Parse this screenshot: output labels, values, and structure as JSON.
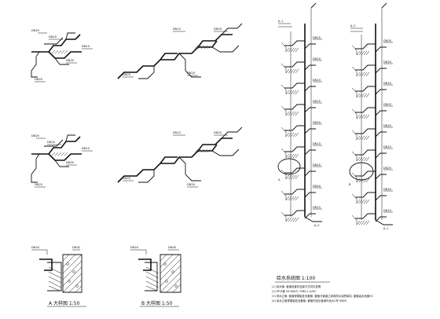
{
  "drawing": {
    "detail_a_caption": "A 大样图 1:50",
    "detail_b_caption": "B 大样图 1:50",
    "system_title": "给水系统图 1:100",
    "callout_a": "A",
    "callout_b": "B",
    "notes": [
      "(1) 给水管, 管道及管件连接方式详见说明",
      "(2) PP-R管 S4  DN25, YYB0-1.0/50",
      "(3) 排水立管: 管道穿楼板处设套管, 套管与管道之间用防水油膏填实, 套管高出地面50",
      "(4) 给水立管穿楼板处设套管, 套管内径比管道外径大2号 DN20"
    ],
    "pipe_tags": [
      "DN25",
      "DN20",
      "DN15",
      "JL-1",
      "JL-2",
      "DN32",
      "DN40"
    ]
  }
}
